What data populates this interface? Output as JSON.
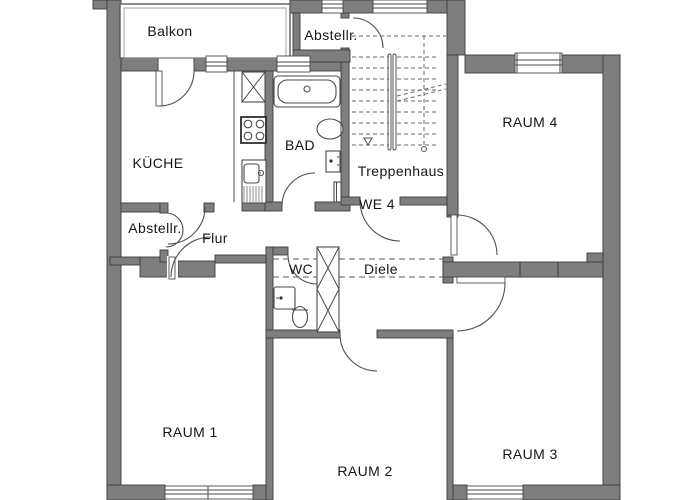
{
  "drawing": {
    "kind": "apartment-floor-plan",
    "unit_label": "WE 4"
  },
  "colors": {
    "wall_fill": "#7e7e7e",
    "wall_stroke": "#3c3c3c",
    "detail_line": "#4a4a4a",
    "dashed_line": "#5a5a5a",
    "text": "#161616",
    "background": "#ffffff"
  },
  "rooms": {
    "balkon": {
      "label": "Balkon"
    },
    "abstellraum_top": {
      "label": "Abstellr."
    },
    "kueche": {
      "label": "KÜCHE"
    },
    "bad": {
      "label": "BAD"
    },
    "treppenhaus": {
      "label": "Treppenhaus"
    },
    "we4": {
      "label": "WE 4"
    },
    "abstellraum_left": {
      "label": "Abstellr."
    },
    "flur": {
      "label": "Flur"
    },
    "wc": {
      "label": "WC"
    },
    "diele": {
      "label": "Diele"
    },
    "raum1": {
      "label": "RAUM 1"
    },
    "raum2": {
      "label": "RAUM 2"
    },
    "raum3": {
      "label": "RAUM 3"
    },
    "raum4": {
      "label": "RAUM 4"
    }
  }
}
